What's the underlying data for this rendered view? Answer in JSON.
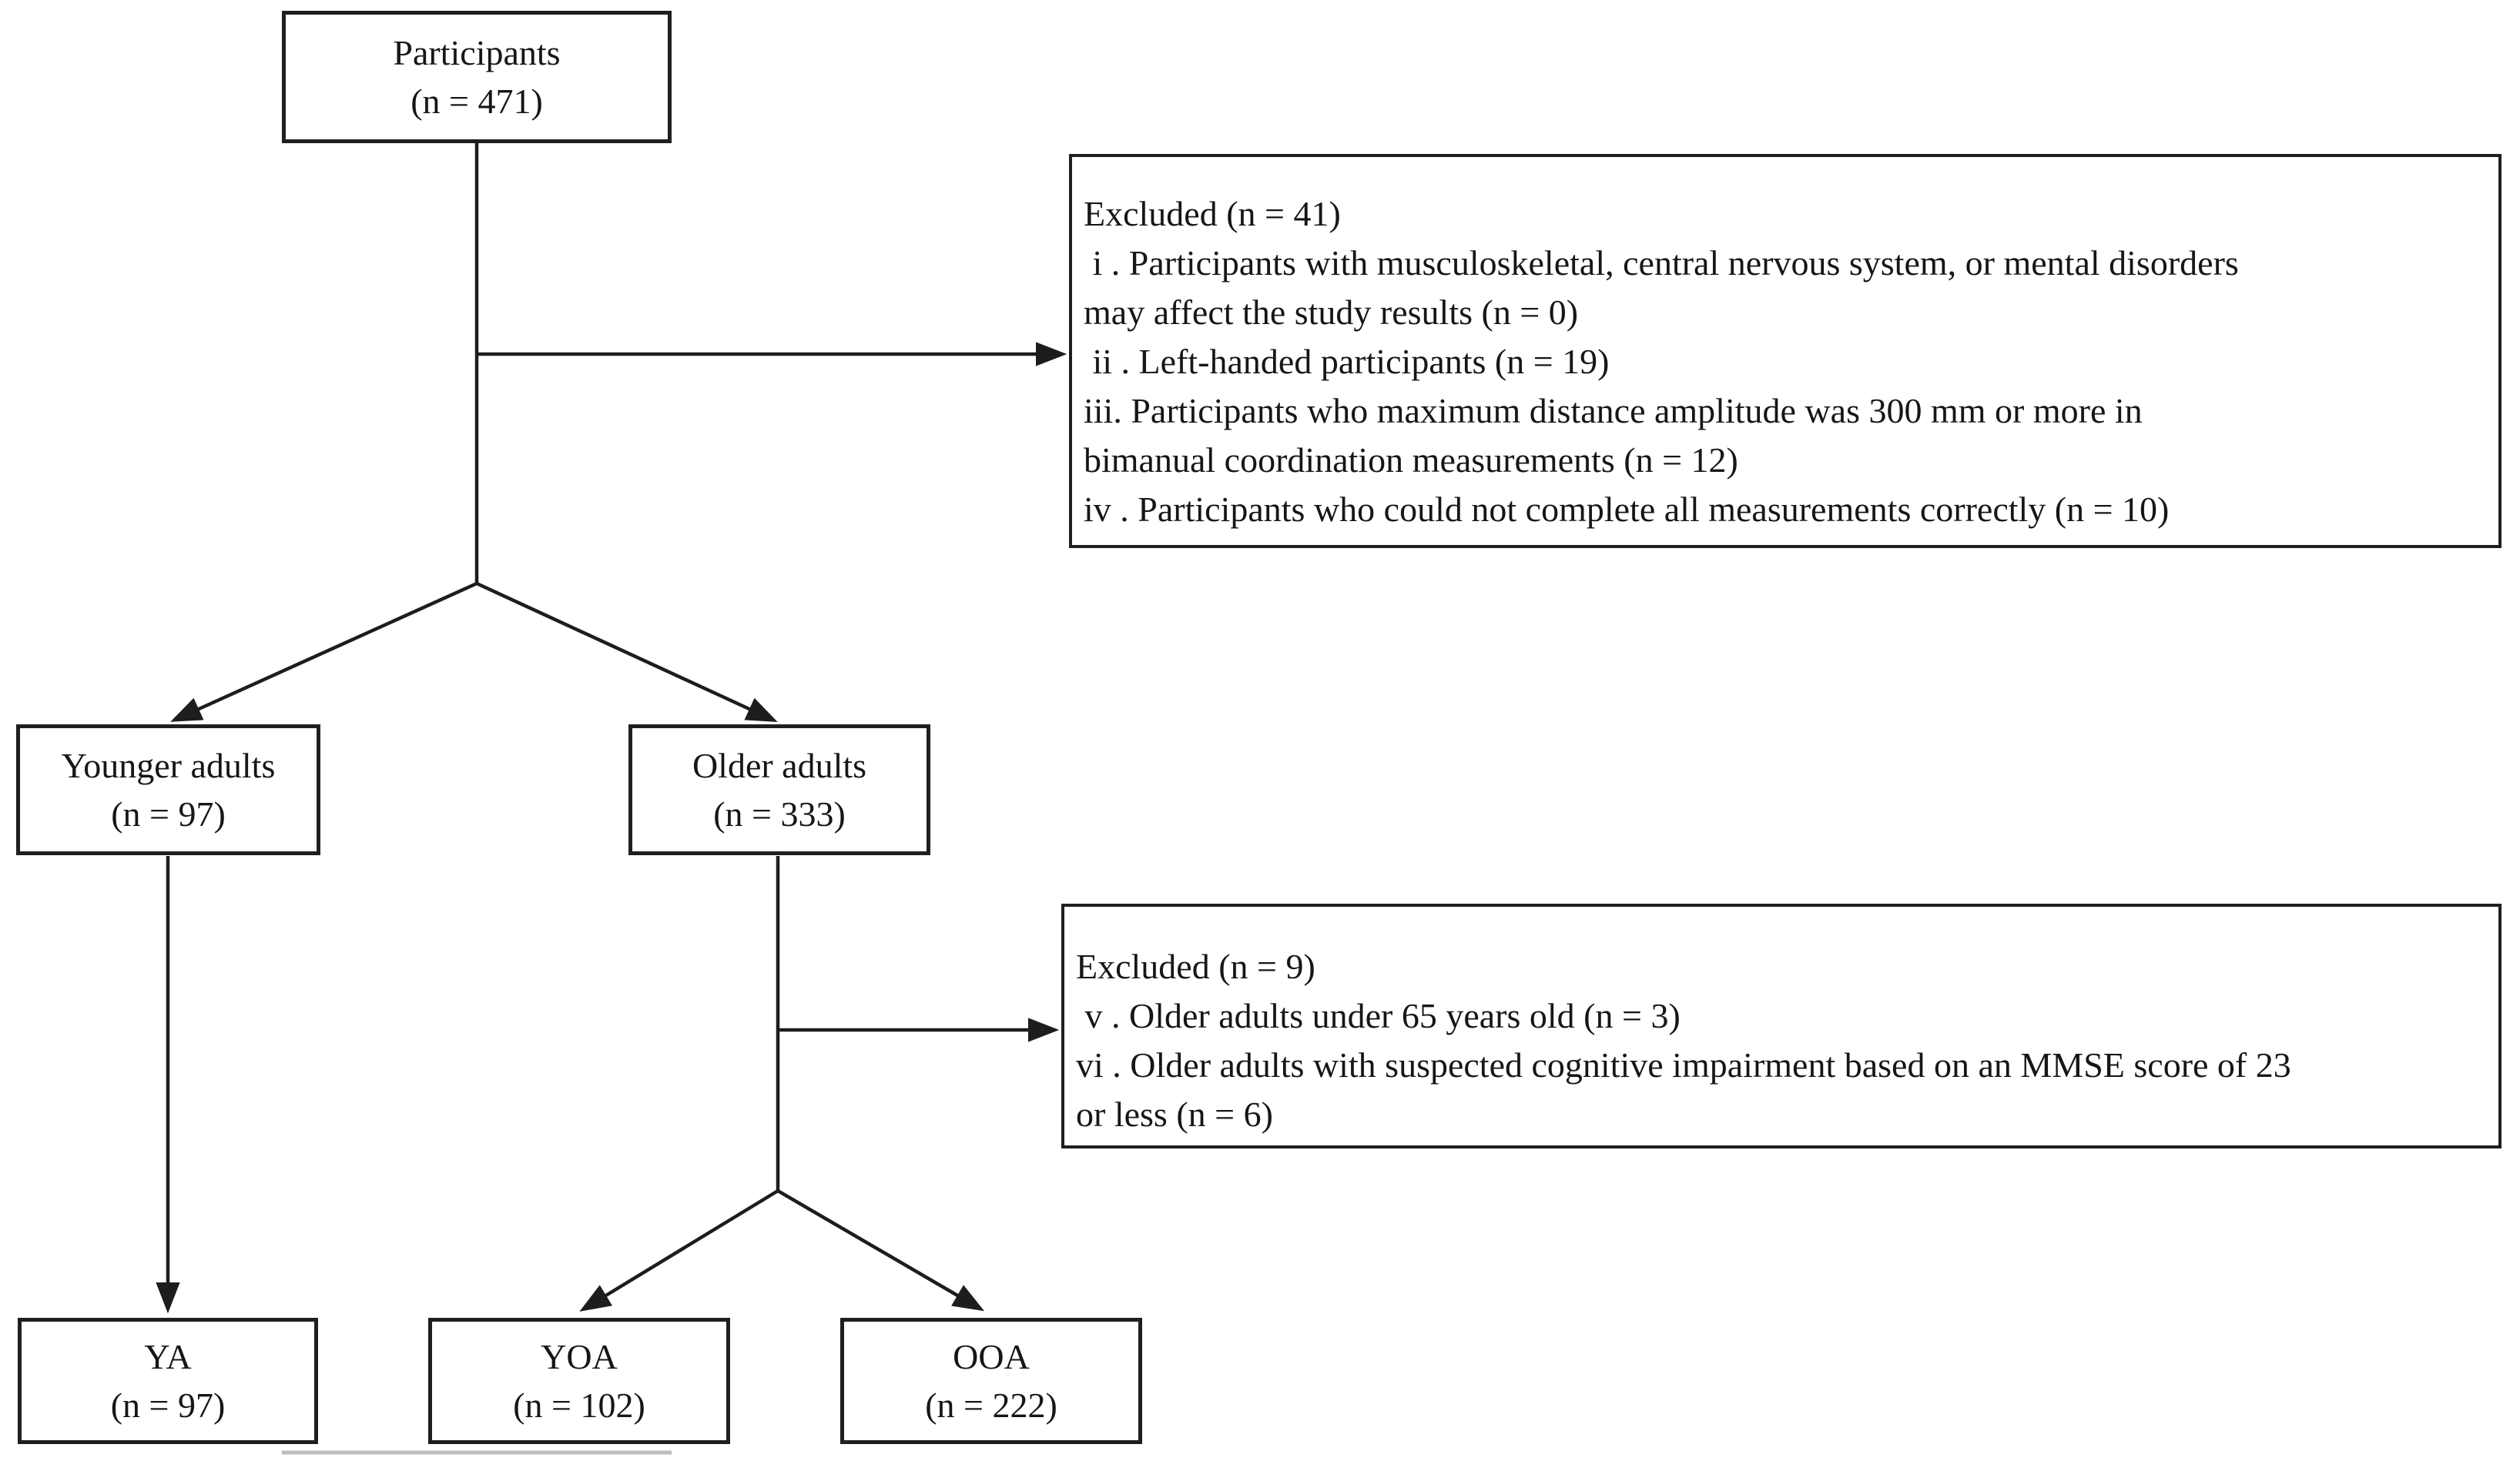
{
  "nodes": {
    "participants": {
      "label": "Participants",
      "count": "(n = 471)"
    },
    "younger_adults": {
      "label": "Younger adults",
      "count": "(n = 97)"
    },
    "older_adults": {
      "label": "Older adults",
      "count": "(n = 333)"
    },
    "ya": {
      "label": "YA",
      "count": "(n = 97)"
    },
    "yoa": {
      "label": "YOA",
      "count": "(n = 102)"
    },
    "ooa": {
      "label": "OOA",
      "count": "(n = 222)"
    }
  },
  "exclusions_1": {
    "lines": [
      "Excluded (n = 41)",
      " i . Participants with musculoskeletal, central nervous system, or mental disorders",
      "may affect the study results (n = 0)",
      " ii . Left-handed participants (n = 19)",
      "iii. Participants who maximum distance amplitude was 300 mm or more in",
      "bimanual coordination measurements (n = 12)",
      "iv . Participants who could not complete all measurements correctly (n = 10)"
    ]
  },
  "exclusions_2": {
    "lines": [
      "Excluded (n = 9)",
      " v . Older adults under 65 years old (n = 3)",
      "vi . Older adults with suspected cognitive impairment based on an MMSE score of 23",
      "or less (n = 6)"
    ]
  },
  "colors": {
    "background": "#ffffff",
    "box_border": "#1f1f1f",
    "line": "#1d1d1d",
    "text": "#161616",
    "artifact_gray": "#bdbdbd"
  }
}
